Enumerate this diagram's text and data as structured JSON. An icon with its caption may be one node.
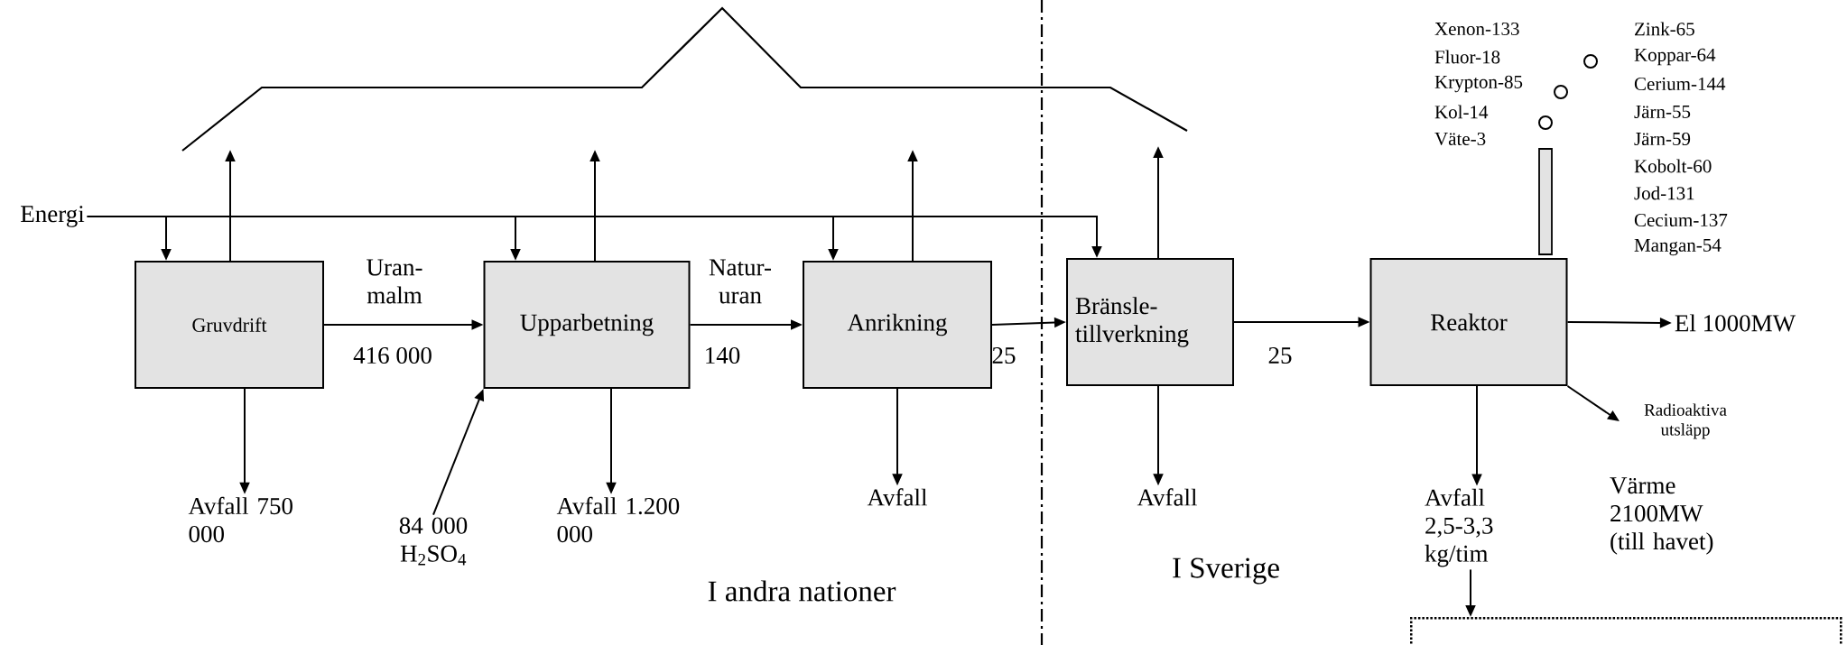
{
  "diagram": {
    "nodes": [
      {
        "text": [
          "Energi"
        ]
      },
      {
        "text": [
          "Gruvdrift"
        ]
      },
      {
        "text": [
          "Upparbetning"
        ]
      },
      {
        "text": [
          "Anrikning"
        ]
      },
      {
        "text": [
          "Bränsle- tillverkning"
        ]
      },
      {
        "text": [
          "Reaktor"
        ]
      },
      {
        "text": [
          "El 1000MW"
        ]
      },
      {
        "text": [
          "Radioaktiva utsläpp"
        ]
      },
      {
        "text": [
          "Avfall 750 000"
        ]
      },
      {
        "text": [
          "84 000 H$_{2}$SO$_{4}$"
        ]
      },
      {
        "text": [
          "Avfall 1.200 000"
        ]
      },
      {
        "text": [
          "Avfall"
        ]
      },
      {
        "text": [
          "Avfall"
        ]
      },
      {
        "text": [
          "Avfall 2,5-3,3 kg/tim"
        ]
      },
      {
        "text": [],
        "shape": "box"
      }
    ],
    "edges": [
      {
        "from": 0,
        "to": 1,
        "arrow": "to"
      },
      {
        "from": 0,
        "to": 2,
        "arrow": "to"
      },
      {
        "from": 0,
        "to": 3,
        "arrow": "to"
      },
      {
        "from": 0,
        "to": 4,
        "arrow": "to"
      },
      {
        "from": 1,
        "to": null,
        "arrow": "to"
      },
      {
        "from": 2,
        "to": null,
        "arrow": "to"
      },
      {
        "from": 3,
        "to": null,
        "arrow": "to"
      },
      {
        "from": 4,
        "to": null,
        "arrow": "to"
      },
      {
        "from": 1,
        "to": 2,
        "arrow": "to",
        "label": "Uran- malm"
      },
      {
        "from": 2,
        "to": 3,
        "arrow": "to",
        "label": "Natur- uran"
      },
      {
        "from": 3,
        "to": 4,
        "arrow": "to"
      },
      {
        "from": 4,
        "to": 5,
        "arrow": "to"
      },
      {
        "from": 5,
        "to": 6,
        "arrow": "to"
      },
      {
        "from": 5,
        "to": 7,
        "arrow": "to"
      },
      {
        "from": 1,
        "to": 8,
        "arrow": "to"
      },
      {
        "from": 9,
        "to": 2,
        "arrow": "to"
      },
      {
        "from": 2,
        "to": 10,
        "arrow": "to"
      },
      {
        "from": 3,
        "to": 11,
        "arrow": "to"
      },
      {
        "from": 4,
        "to": 12,
        "arrow": "to"
      },
      {
        "from": 5,
        "to": 13,
        "arrow": "to"
      },
      {
        "from": 13,
        "to": 14,
        "arrow": "to"
      }
    ],
    "labels": [
      "Xenon-133",
      "Zink-65",
      "Fluor-18",
      "Koppar-64",
      "Krypton-85",
      "Cerium-144",
      "Kol-14",
      "Järn-55",
      "Väte-3",
      "Järn-59",
      "Kobolt-60",
      "Jod-131",
      "Cecium-137",
      "Mangan-54",
      "416 000",
      "140",
      "25",
      "25",
      "Värme 2100MW (till havet)",
      "I andra nationer",
      "I Sverige"
    ]
  }
}
